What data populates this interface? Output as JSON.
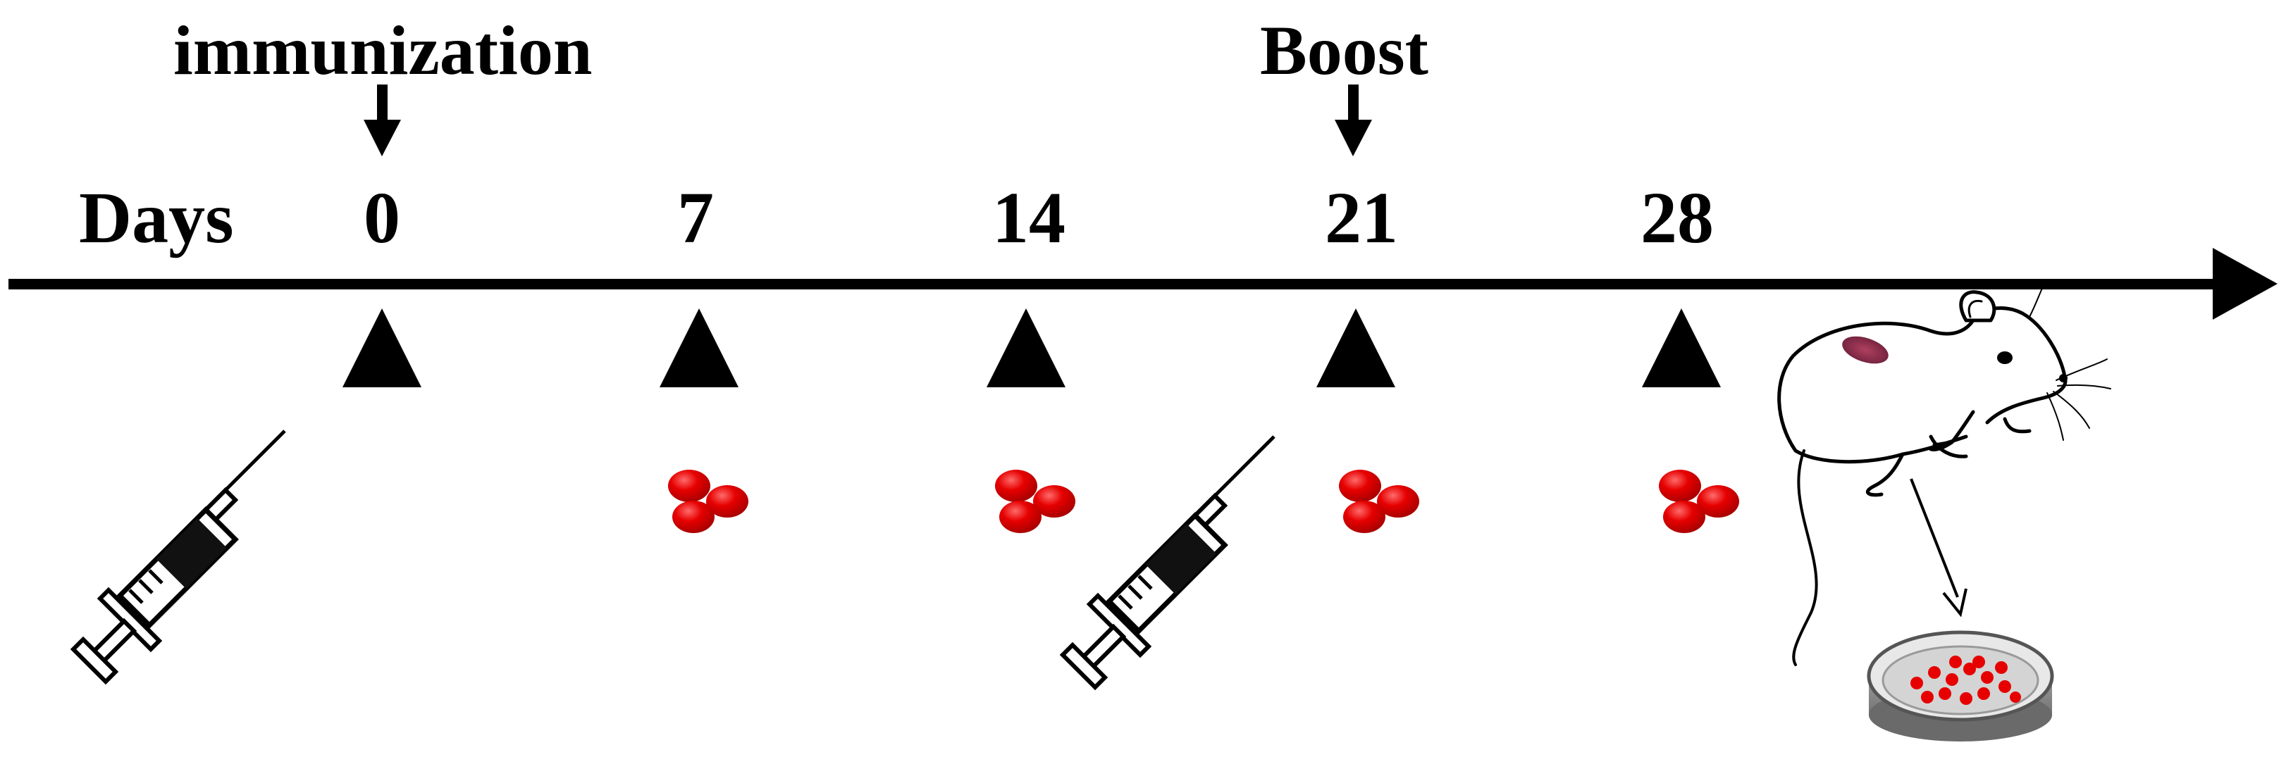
{
  "events": {
    "immunization": "immunization",
    "boost": "Boost"
  },
  "timeline": {
    "axis_label": "Days",
    "days": [
      "0",
      "7",
      "14",
      "21",
      "28"
    ]
  },
  "colors": {
    "ink": "#000000",
    "blood_drop": "#e30000",
    "tissue": "#8a2b4a",
    "dish": "#d9d9d9"
  },
  "icons": [
    "down-arrow-icon",
    "syringe-icon",
    "blood-drops-icon",
    "mouse-icon",
    "petri-dish-icon"
  ]
}
